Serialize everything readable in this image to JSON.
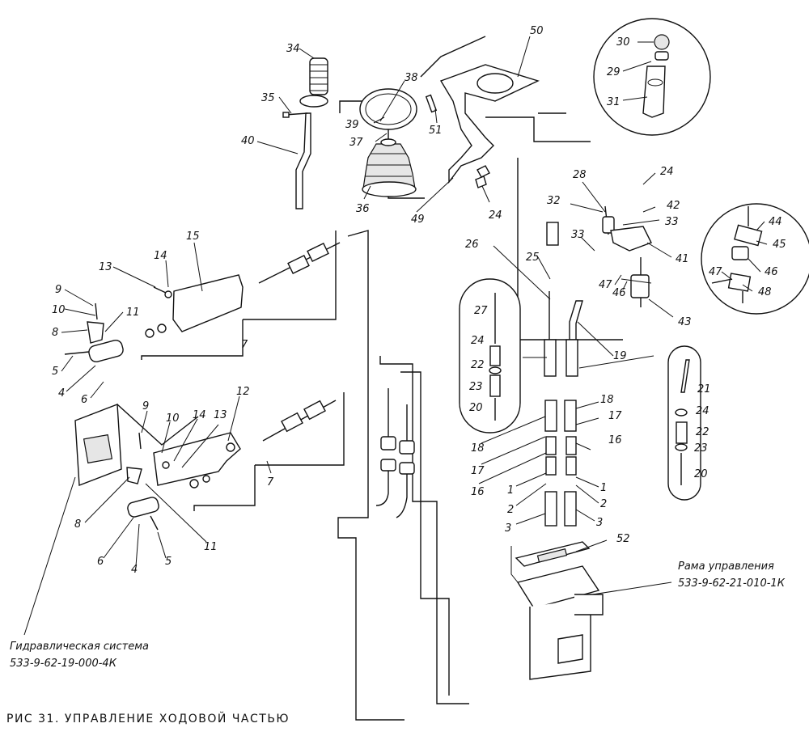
{
  "figure": {
    "caption": "РИС 31. УПРАВЛЕНИЕ ХОДОВОЙ ЧАСТЬЮ"
  },
  "references": {
    "hydraulic": {
      "title": "Гидравлическая система",
      "code": "533-9-62-19-000-4К"
    },
    "frame": {
      "title": "Рама управления",
      "code": "533-9-62-21-010-1К"
    }
  },
  "part_labels": {
    "p34": "34",
    "p35": "35",
    "p40": "40",
    "p38": "38",
    "p39": "39",
    "p37": "37",
    "p36": "36",
    "p50": "50",
    "p51": "51",
    "p49": "49",
    "p24a": "24",
    "p30": "30",
    "p29": "29",
    "p31": "31",
    "p28": "28",
    "p32": "32",
    "p24b": "24",
    "p42": "42",
    "p33a": "33",
    "p33b": "33",
    "p41": "41",
    "p44": "44",
    "p45": "45",
    "p46a": "46",
    "p47a": "47",
    "p48": "48",
    "p47b": "47",
    "p46b": "46",
    "p43": "43",
    "p25": "25",
    "p26": "26",
    "p19": "19",
    "p27": "27",
    "p24c": "24",
    "p22a": "22",
    "p23a": "23",
    "p20a": "20",
    "p21": "21",
    "p24d": "24",
    "p22b": "22",
    "p23b": "23",
    "p20b": "20",
    "p18a": "18",
    "p18b": "18",
    "p17a": "17",
    "p17b": "17",
    "p16a": "16",
    "p16b": "16",
    "p1a": "1",
    "p1b": "1",
    "p2a": "2",
    "p2b": "2",
    "p3a": "3",
    "p3b": "3",
    "p52": "52",
    "p15": "15",
    "p14a": "14",
    "p13a": "13",
    "p9a": "9",
    "p10a": "10",
    "p11a": "11",
    "p8a": "8",
    "p5a": "5",
    "p4a": "4",
    "p6a": "6",
    "p7a": "7",
    "p9b": "9",
    "p10b": "10",
    "p14b": "14",
    "p13b": "13",
    "p12": "12",
    "p7b": "7",
    "p8b": "8",
    "p11b": "11",
    "p6b": "6",
    "p4b": "4",
    "p5b": "5"
  }
}
